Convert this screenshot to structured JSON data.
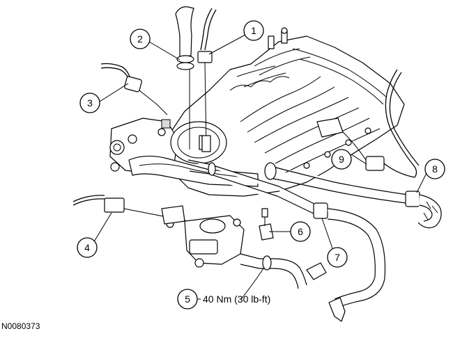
{
  "figure": {
    "id": "N0080373",
    "torque_spec": "40 Nm (30 lb-ft)"
  },
  "callouts": [
    {
      "number": "1"
    },
    {
      "number": "2"
    },
    {
      "number": "3"
    },
    {
      "number": "4"
    },
    {
      "number": "5"
    },
    {
      "number": "6"
    },
    {
      "number": "7"
    },
    {
      "number": "8"
    },
    {
      "number": "9"
    }
  ]
}
